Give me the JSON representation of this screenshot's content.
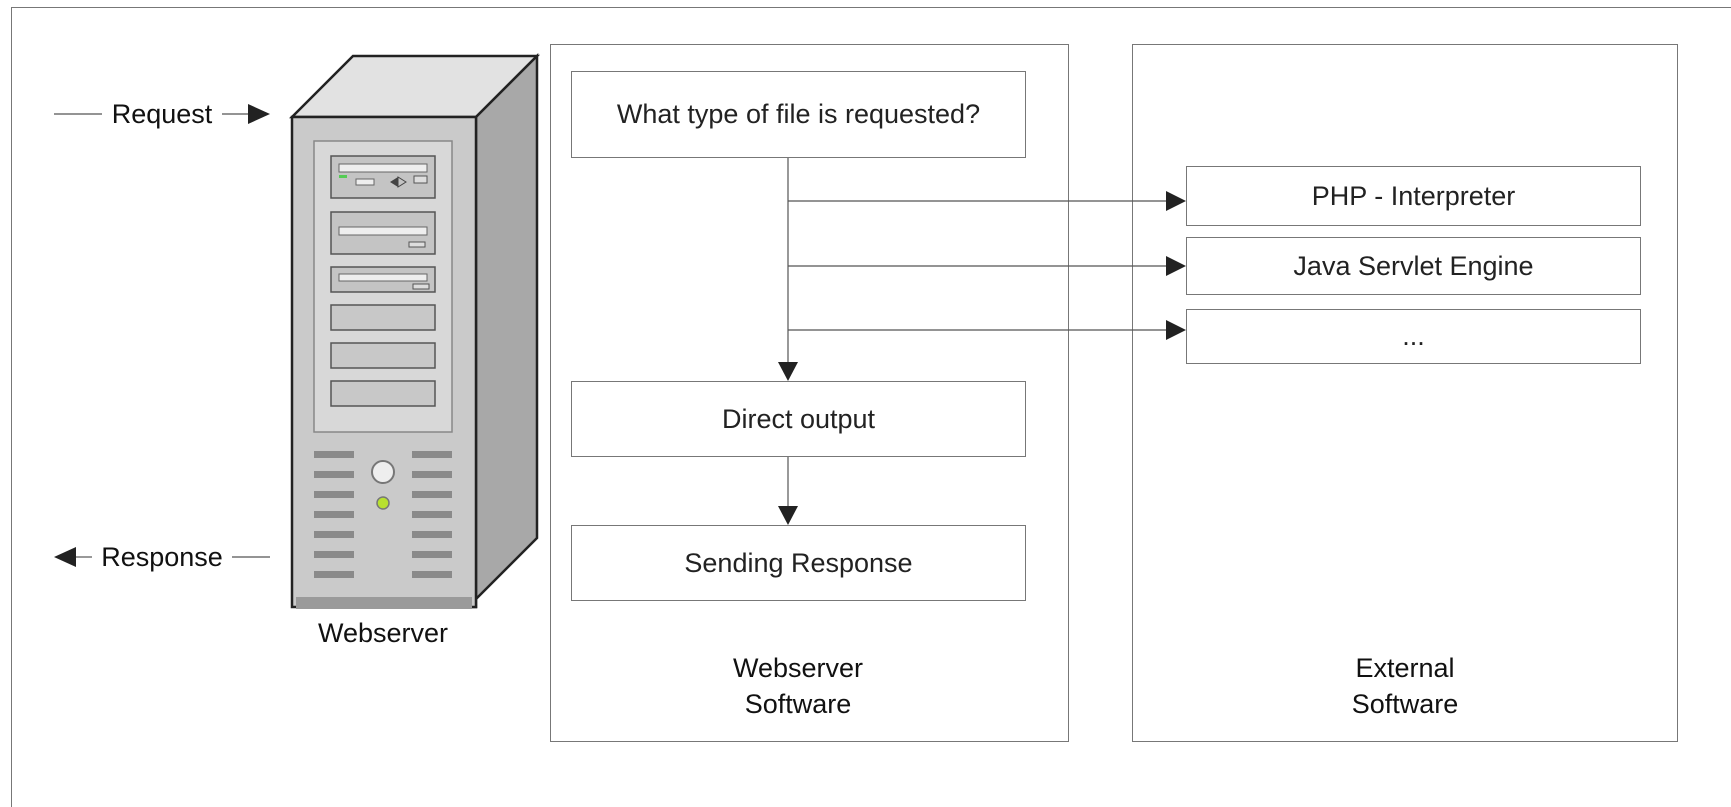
{
  "request_label": "Request",
  "response_label": "Response",
  "server_caption": "Webserver",
  "webserver_software": {
    "question": "What type of file is requested?",
    "direct_output": "Direct output",
    "sending_response": "Sending Response",
    "caption_line1": "Webserver",
    "caption_line2": "Software"
  },
  "external_software": {
    "items": [
      "PHP - Interpreter",
      "Java Servlet Engine",
      "..."
    ],
    "caption_line1": "External",
    "caption_line2": "Software"
  },
  "colors": {
    "stroke": "#777777",
    "arrow": "#222222",
    "server_body": "#c8c8c8"
  }
}
